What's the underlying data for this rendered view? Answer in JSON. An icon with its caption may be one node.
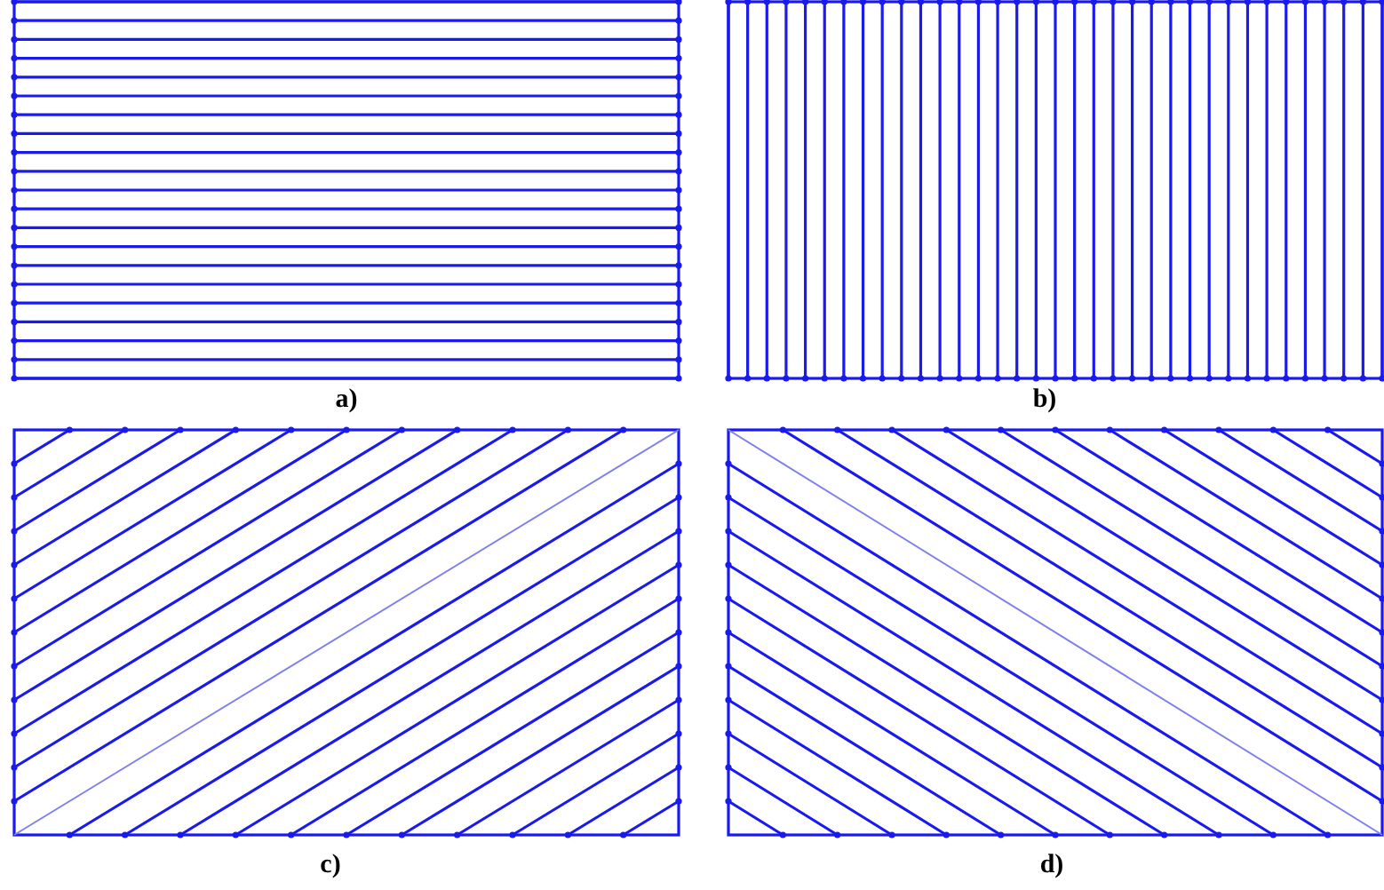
{
  "diagram": {
    "labels": [
      "a)",
      "b)",
      "c)",
      "d)"
    ]
  }
}
